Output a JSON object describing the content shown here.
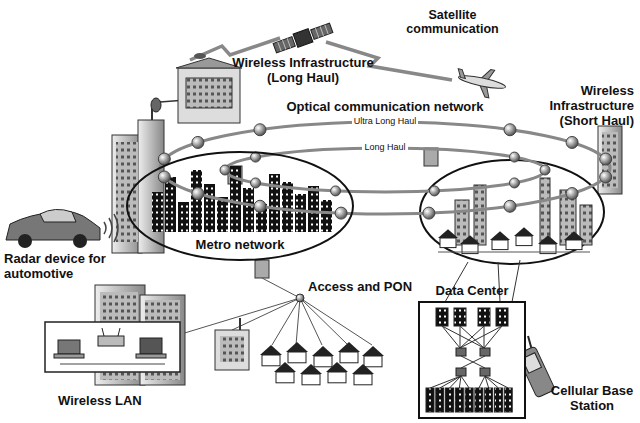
{
  "diagram": {
    "nodes": [
      {
        "text": [
          "Optical communication network",
          "Ultra Long Haul",
          "Long Haul"
        ]
      },
      {
        "text": [
          "Metro network"
        ]
      },
      {
        "text": [
          "Data Center"
        ]
      }
    ],
    "labels": [
      "Satellite communication",
      "Wireless Infrastructure (Long Haul)",
      "Wireless Infrastructure (Short Haul)",
      "Radar device for automotive",
      "Access and PON",
      "Cellular Base Station",
      "Wireless LAN"
    ]
  }
}
